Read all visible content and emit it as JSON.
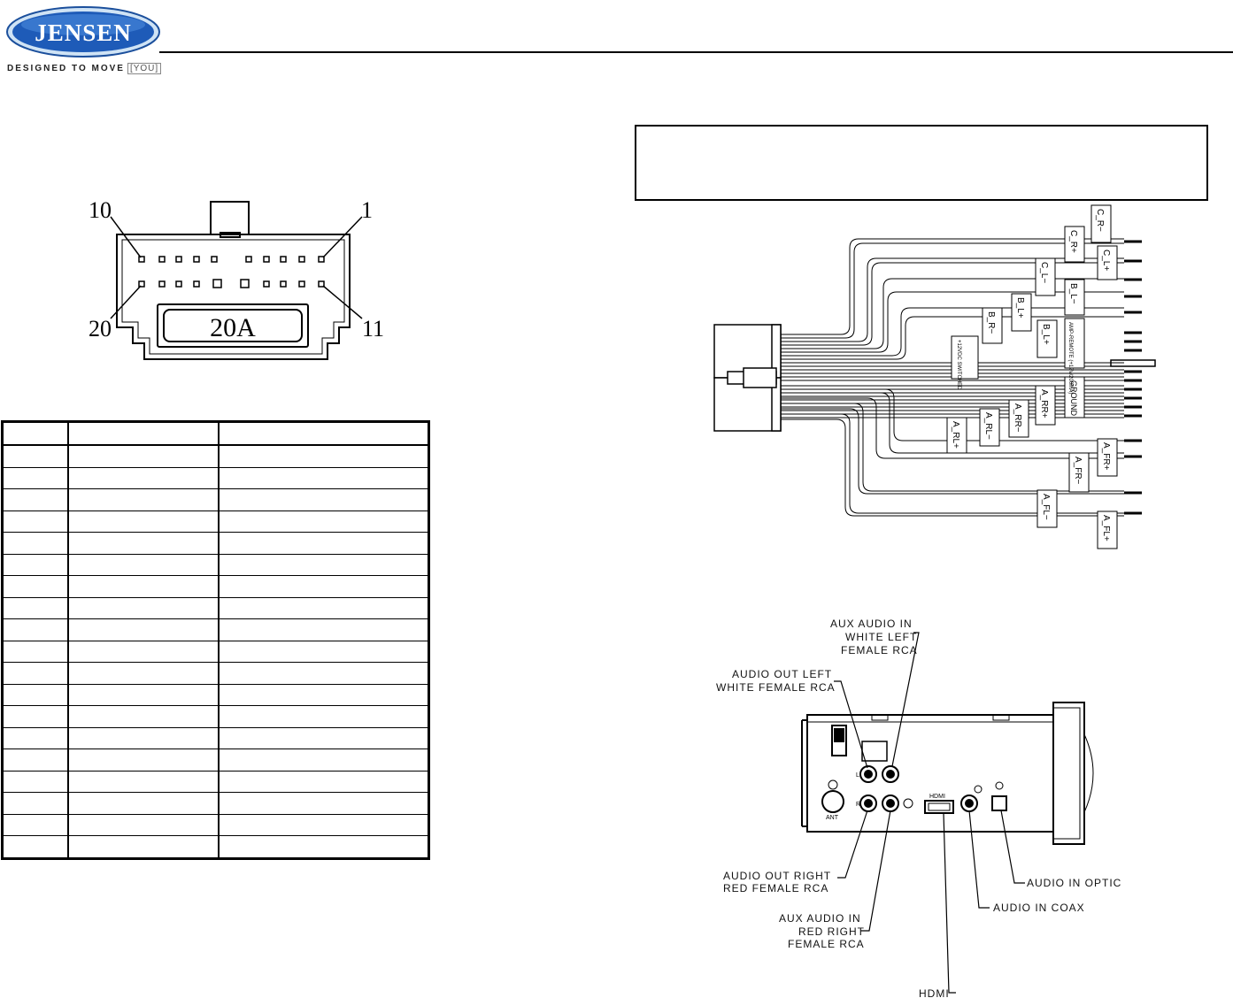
{
  "brand": {
    "logo_text": "JENSEN",
    "tagline": "DESIGNED TO MOVE",
    "tagline_you": "YOU"
  },
  "connector": {
    "pin_top_left": "10",
    "pin_top_right": "1",
    "pin_bottom_left": "20",
    "pin_bottom_right": "11",
    "rating": "20A"
  },
  "pin_table": {
    "rows": 20,
    "headers": [
      "",
      "",
      ""
    ]
  },
  "harness": {
    "labels": [
      "C_R−",
      "C_R+",
      "C_L+",
      "C_L−",
      "B_L−",
      "B_L+",
      "B_R−",
      "B_L+",
      "AMP-REMOTE (+12V/200mA)",
      "+12VDC SWITCHED",
      "GROUND",
      "A_RR+",
      "A_RR−",
      "A_RL−",
      "A_RL+",
      "A_FR+",
      "A_FR−",
      "A_FL−",
      "A_FL+"
    ]
  },
  "rear_panel": {
    "aux_in_left": [
      "AUX AUDIO IN",
      "WHITE LEFT",
      "FEMALE RCA"
    ],
    "audio_out_left": [
      "AUDIO OUT LEFT",
      "WHITE FEMALE RCA"
    ],
    "audio_out_right": [
      "AUDIO OUT RIGHT",
      "RED FEMALE RCA"
    ],
    "aux_in_right": [
      "AUX AUDIO IN",
      "RED RIGHT",
      "FEMALE RCA"
    ],
    "hdmi": "HDMI",
    "audio_in_optic": "AUDIO IN OPTIC",
    "audio_in_coax": "AUDIO IN COAX",
    "panel_marks": {
      "hdmi": "HDMI",
      "ant": "ANT",
      "l": "L",
      "r": "R"
    }
  }
}
